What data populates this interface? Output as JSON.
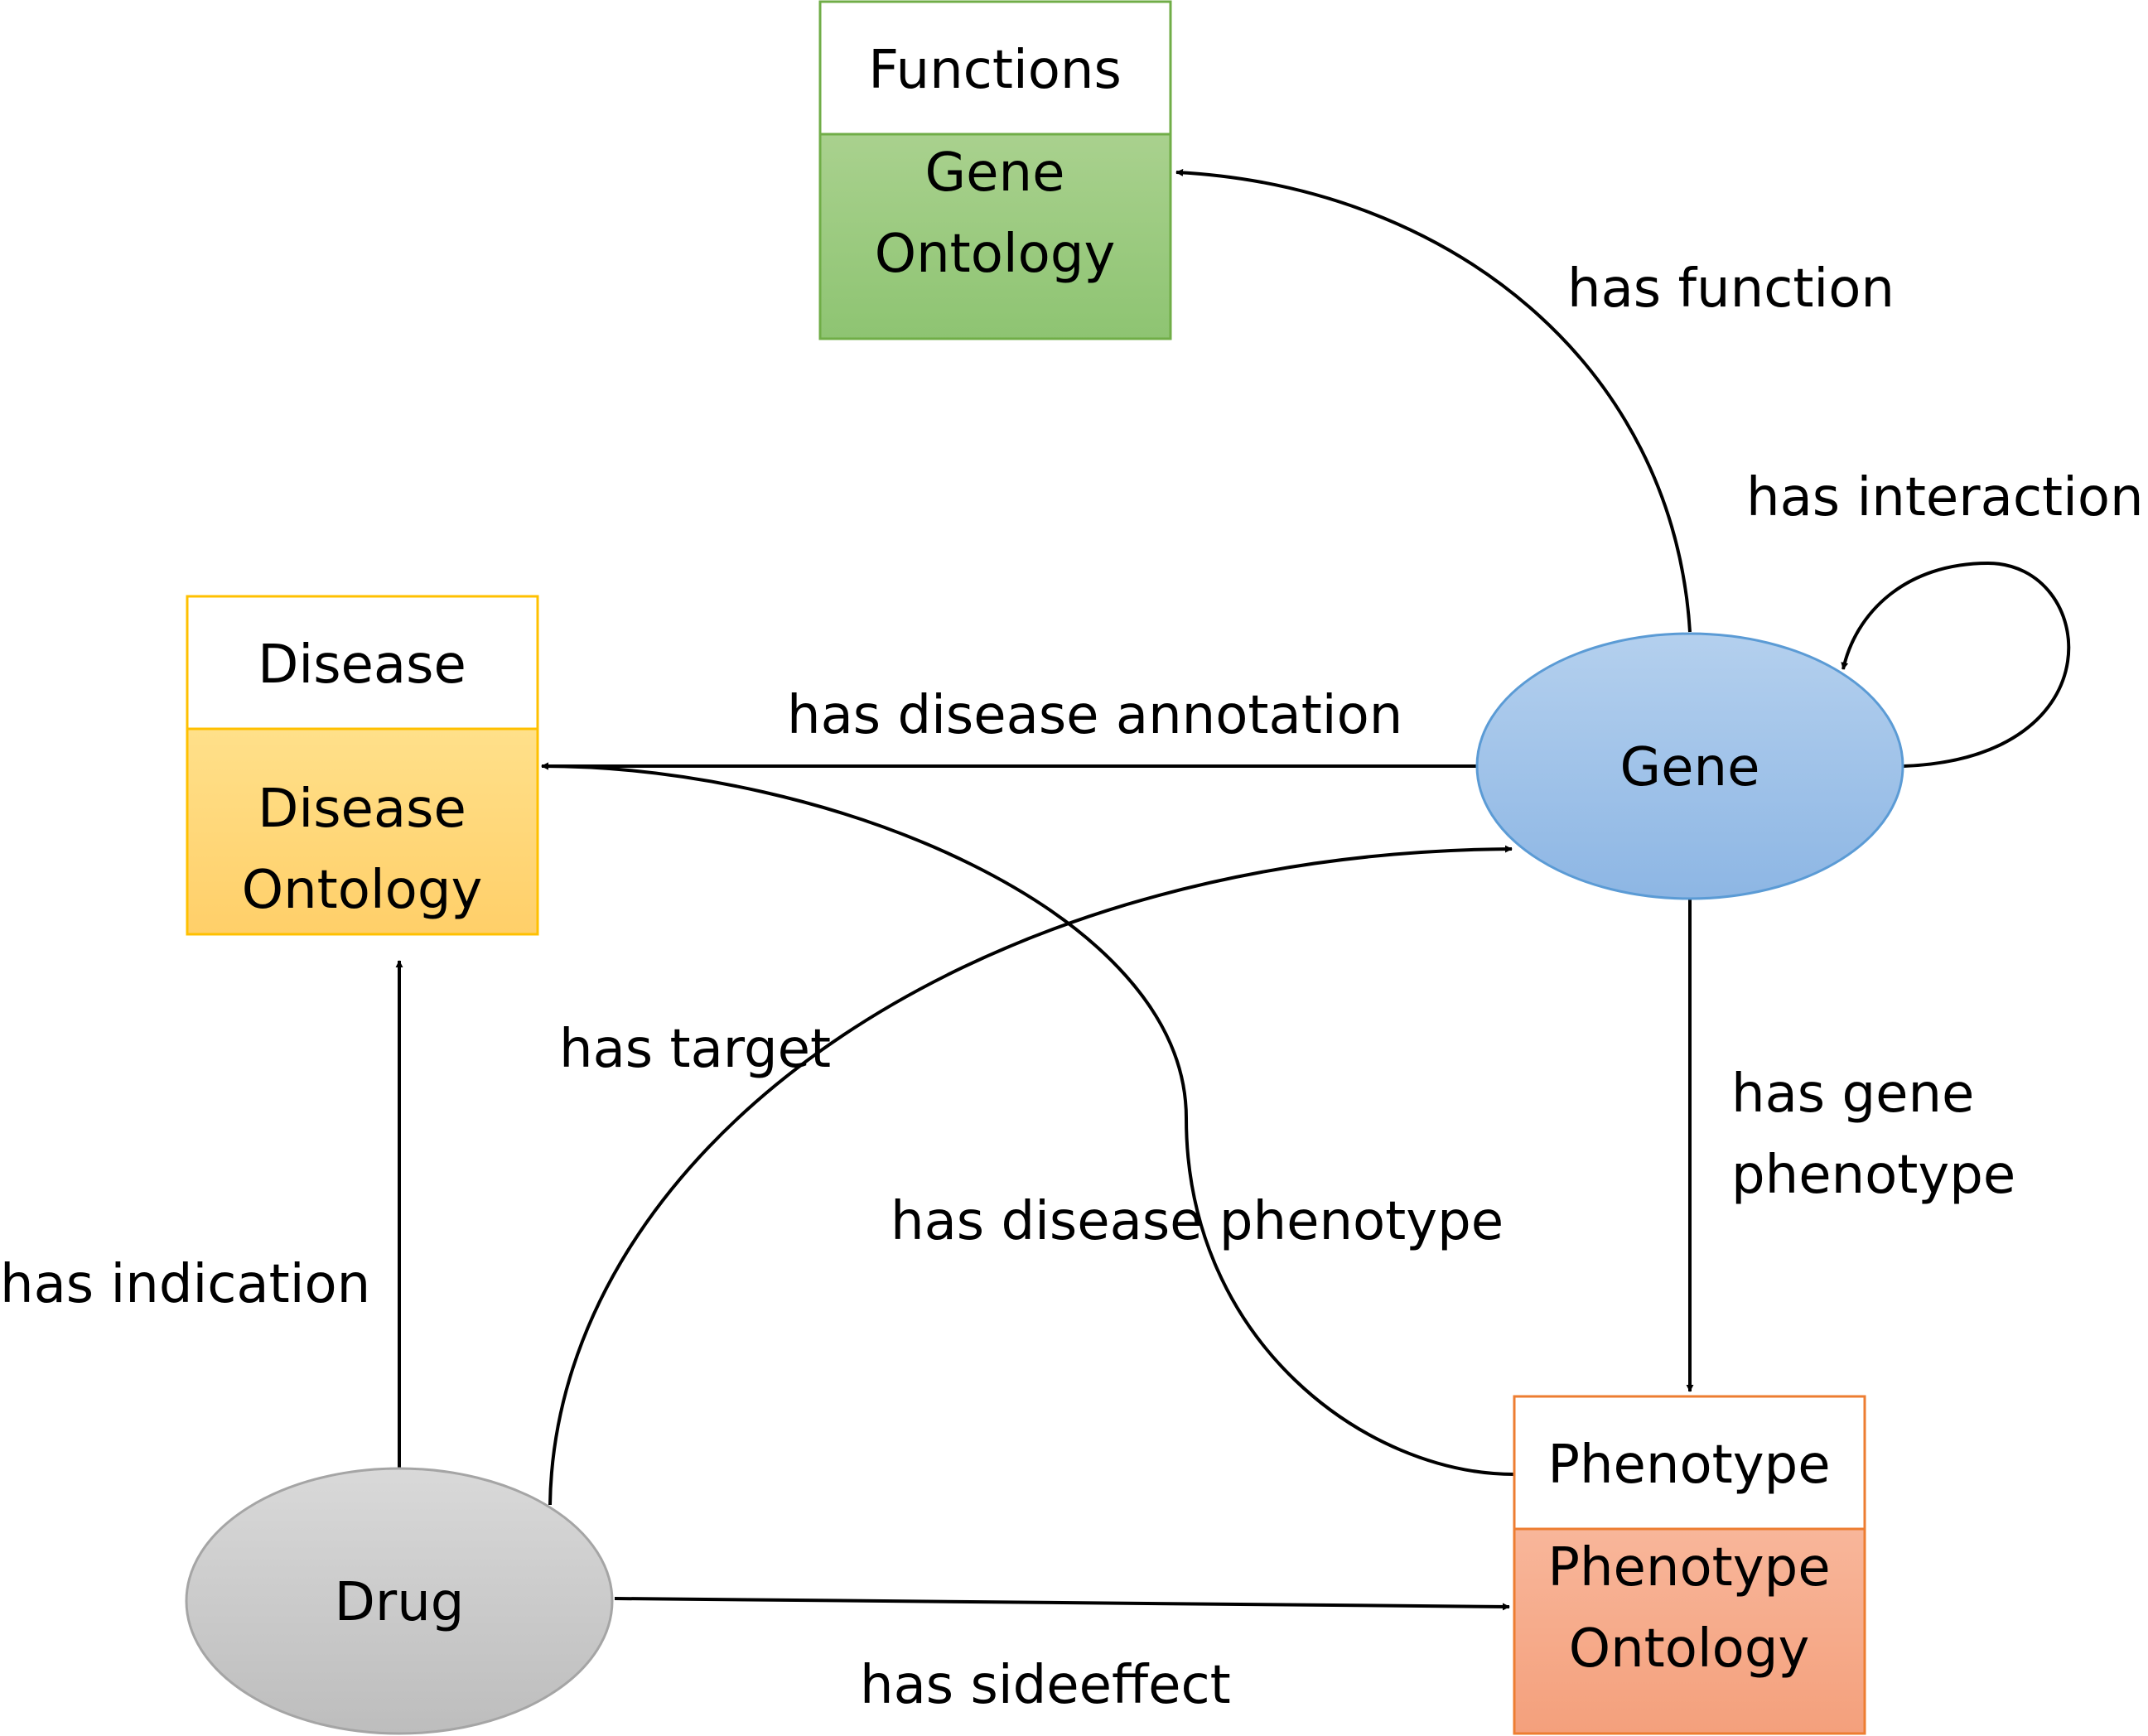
{
  "colors": {
    "functions_accent": "#70ad47",
    "disease_accent": "#ffc000",
    "phenotype_accent": "#ed7d31",
    "gene_fill": "#9dc3e6",
    "gene_stroke": "#5b9bd5",
    "drug_fill": "#c9c9c9",
    "drug_stroke": "#a5a5a5"
  },
  "nodes": {
    "functions": {
      "title": "Functions",
      "body_line1": "Gene",
      "body_line2": "Ontology"
    },
    "disease": {
      "title": "Disease",
      "body_line1": "Disease",
      "body_line2": "Ontology"
    },
    "phenotype": {
      "title": "Phenotype",
      "body_line1": "Phenotype",
      "body_line2": "Ontology"
    },
    "gene": {
      "label": "Gene"
    },
    "drug": {
      "label": "Drug"
    }
  },
  "edges": {
    "has_function": "has function",
    "has_interaction": "has interaction",
    "has_disease_annotation": "has disease annotation",
    "has_target": "has target",
    "has_gene_phenotype_line1": "has gene",
    "has_gene_phenotype_line2": "phenotype",
    "has_disease_phenotype": "has disease phenotype",
    "has_indication": "has indication",
    "has_sideeffect": "has sideeffect"
  }
}
